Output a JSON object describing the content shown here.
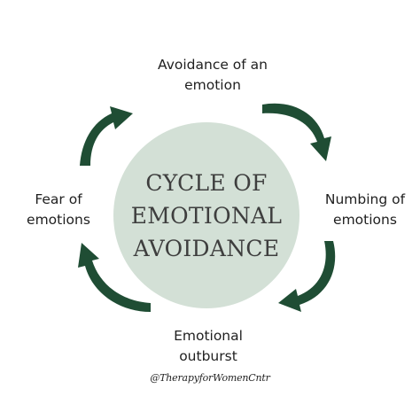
{
  "diagram": {
    "center_text": [
      "CYCLE OF",
      "EMOTIONAL",
      "AVOIDANCE"
    ],
    "nodes": [
      {
        "lines": [
          "Avoidance of an",
          "emotion"
        ]
      },
      {
        "lines": [
          "Numbing of",
          "emotions"
        ]
      },
      {
        "lines": [
          "Emotional",
          "outburst"
        ]
      },
      {
        "lines": [
          "Fear of",
          "emotions"
        ]
      }
    ],
    "signature": "@TherapyforWomenCntr"
  },
  "colors": {
    "background": "#ffffff",
    "circle_fill": "#d3e0d6",
    "arrow": "#1f4d34",
    "center_text": "#3e3e3e",
    "label_text": "#1f1f1f"
  }
}
